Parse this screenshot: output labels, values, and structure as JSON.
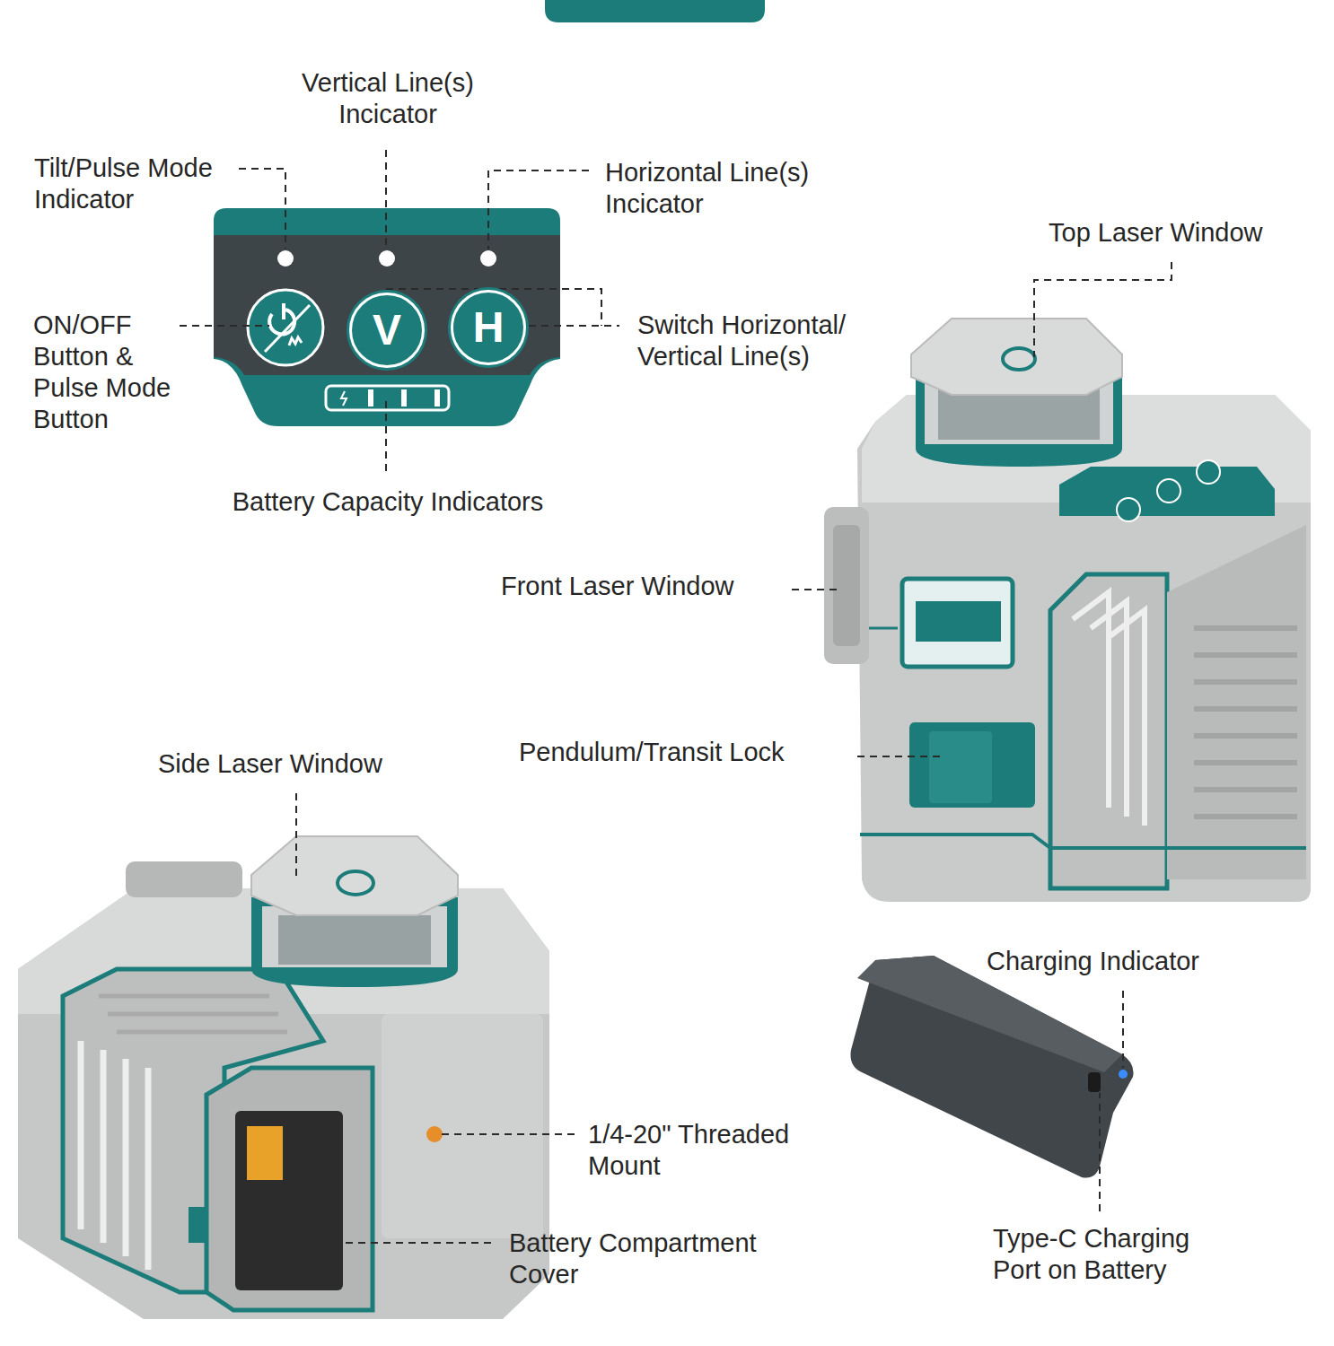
{
  "diagram": {
    "nodes": [
      {
        "text": [
          "V"
        ]
      },
      {
        "text": [
          "H"
        ]
      }
    ],
    "labels": [
      "Vertical Line(s) Incicator",
      "Tilt/Pulse Mode Indicator",
      "Horizontal Line(s) Incicator",
      "Top Laser Window",
      "ON/OFF Button & Pulse Mode Button",
      "Switch Horizontal/ Vertical Line(s)",
      "Battery Capacity Indicators",
      "Front Laser Window",
      "Side Laser Window",
      "Pendulum/Transit Lock",
      "Charging Indicator",
      "1/4-20\" Threaded Mount",
      "Type-C Charging Port on Battery",
      "Battery Compartment Cover"
    ]
  }
}
